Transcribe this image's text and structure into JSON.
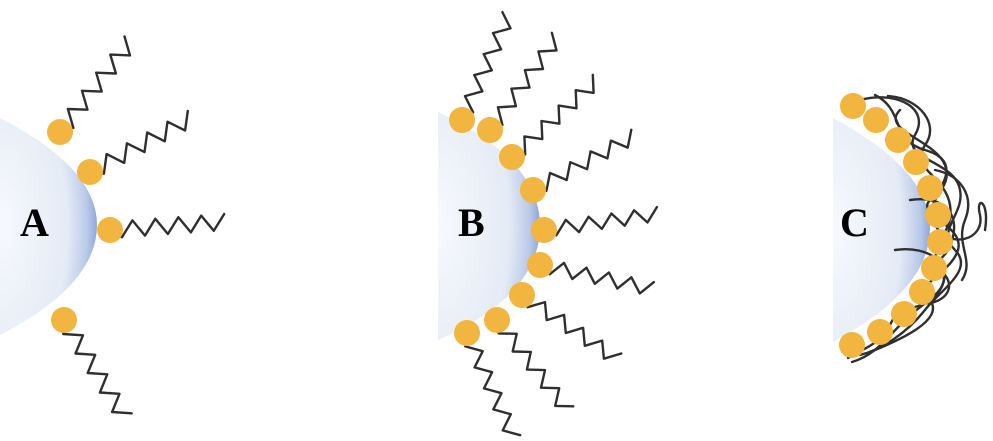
{
  "panels": [
    {
      "label": "A",
      "density": "low",
      "chains": "extended"
    },
    {
      "label": "B",
      "density": "high",
      "chains": "extended"
    },
    {
      "label": "C",
      "density": "high",
      "chains": "collapsed"
    }
  ],
  "colors": {
    "background": "#ffffff",
    "particle_edge": "#8ea6d8",
    "particle_core": "#f4f7fc",
    "anchor": "#f2b53f",
    "chain": "#2f2f2f"
  }
}
